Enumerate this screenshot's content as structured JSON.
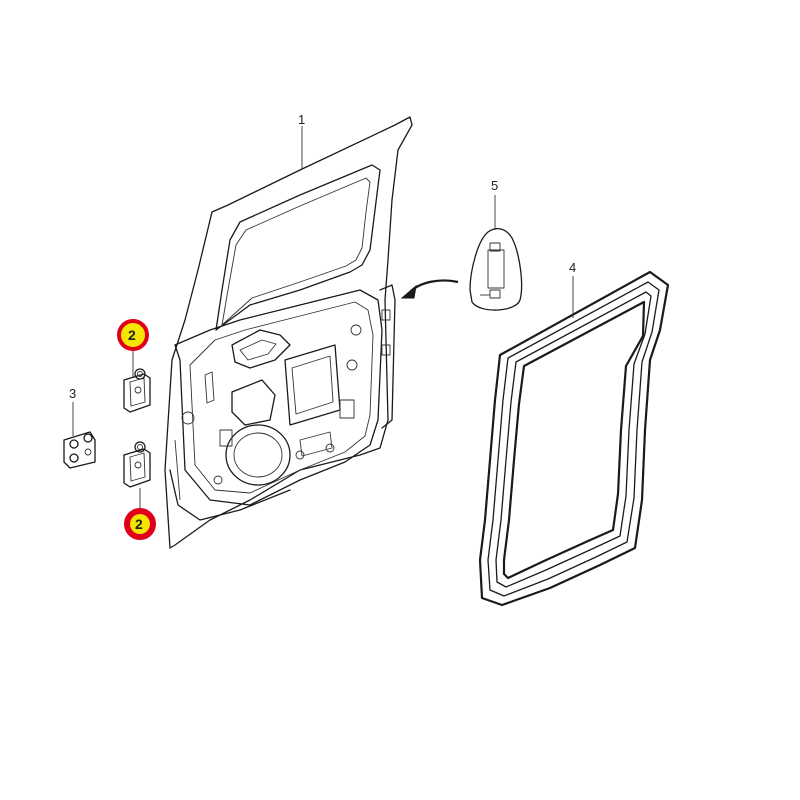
{
  "callouts": {
    "door_shell": "1",
    "hinge_upper": "2",
    "hinge_lower": "2",
    "hinge_pin": "3",
    "weatherstrip": "4",
    "fastener_clip": "5"
  },
  "colors": {
    "highlight_fill": "#f5e600",
    "highlight_ring": "#e0001a",
    "line": "#1a1a1a"
  }
}
